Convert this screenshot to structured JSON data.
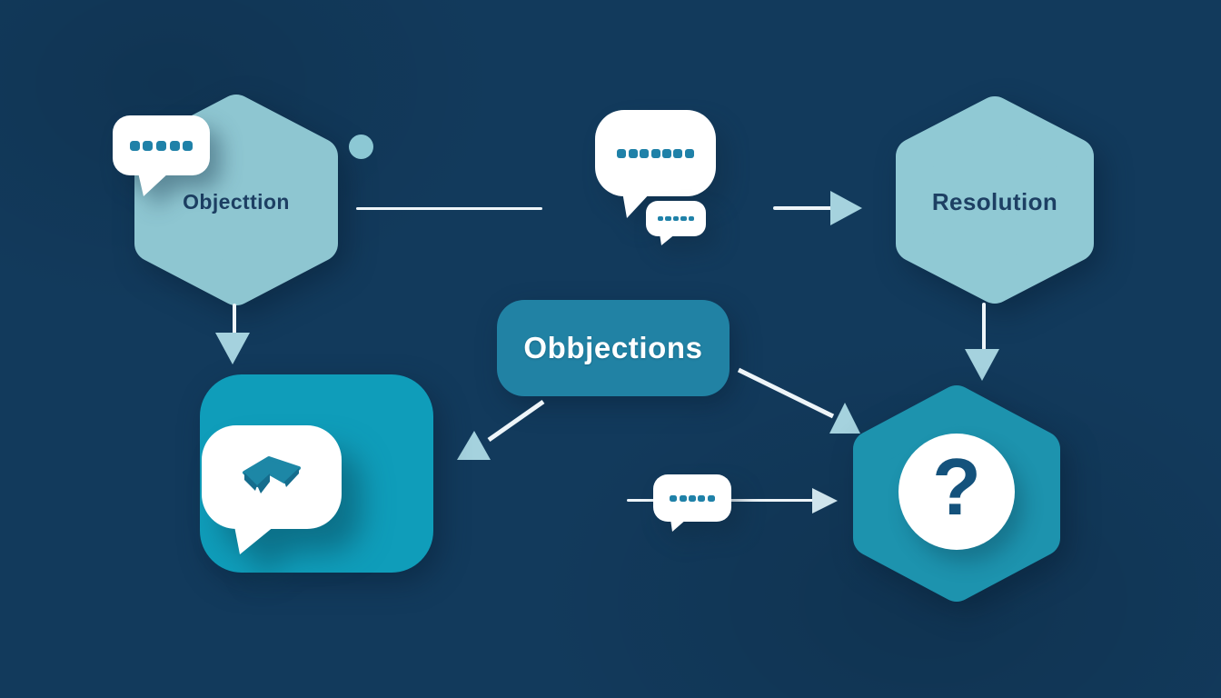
{
  "palette": {
    "bg_navy": "#123a5c",
    "hex_light": "#8ec6d1",
    "hex_light_2": "#90c9d4",
    "node_teal": "#2182a4",
    "square_teal": "#0f9dba",
    "hex_teal": "#1d93ae",
    "dot_teal": "#1f81a8",
    "icon_teal": "#1d87a6",
    "icon_teal_dark": "#156d8d",
    "arrow_light": "#a5d2de",
    "arrow_pale": "#cfe4ec",
    "line_white": "#eef5f9",
    "text_navy": "#1d3f63",
    "text_white": "#ffffff",
    "question_navy": "#14527c",
    "accent_dot": "#8cc8d4"
  },
  "nodes": {
    "objection": {
      "label": "Objecttion"
    },
    "resolution": {
      "label": "Resolution"
    },
    "objections": {
      "label": "Obbjections"
    },
    "question": {
      "glyph": "?"
    }
  },
  "bubbles": {
    "objection_bubble": {
      "dots": 5
    },
    "center_large_bubble": {
      "dots": 7
    },
    "center_small_bubble": {
      "dots": 5
    },
    "bottom_bubble": {
      "dots": 5
    }
  }
}
